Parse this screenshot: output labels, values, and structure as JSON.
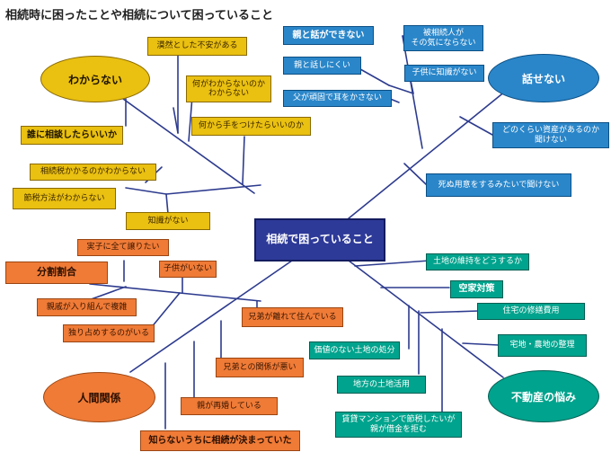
{
  "title": "相続時に困ったことや相続について困っていること",
  "center": "相続で困っていること",
  "colors": {
    "gold_branch": "#eac011",
    "blue_branch": "#2a86c9",
    "orange_branch": "#ef7b37",
    "teal_branch": "#00a38d",
    "center": "#2e3a98",
    "line": "#2d3b8e"
  },
  "branches": {
    "wakaranai": {
      "label": "わからない",
      "items": [
        "漠然とした不安がある",
        "何がわからないのか\nわからない",
        "何から手をつけたらいいのか",
        "誰に相談したらいいか",
        "相続税かかるのかわからない",
        "節税方法がわからない",
        "知識がない"
      ]
    },
    "hanasenai": {
      "label": "話せない",
      "items": [
        "親と話ができない",
        "被相続人が\nその気にならない",
        "親と話しにくい",
        "子供に知識がない",
        "父が頑固で耳をかさない",
        "どのくらい資産があるのか\n聞けない",
        "死ぬ用意をするみたいで聞けない"
      ]
    },
    "ningen": {
      "label": "人間関係",
      "items": [
        "実子に全て譲りたい",
        "分割割合",
        "子供がいない",
        "親戚が入り組んで複雑",
        "独り占めするのがいる",
        "兄弟が離れて住んでいる",
        "兄弟との関係が悪い",
        "親が再婚している",
        "知らないうちに相続が決まっていた"
      ]
    },
    "fudosan": {
      "label": "不動産の悩み",
      "items": [
        "土地の維持をどうするか",
        "空家対策",
        "住宅の修繕費用",
        "宅地・農地の整理",
        "価値のない土地の処分",
        "地方の土地活用",
        "賃貸マンションで節税したいが\n親が借金を拒む"
      ]
    }
  }
}
